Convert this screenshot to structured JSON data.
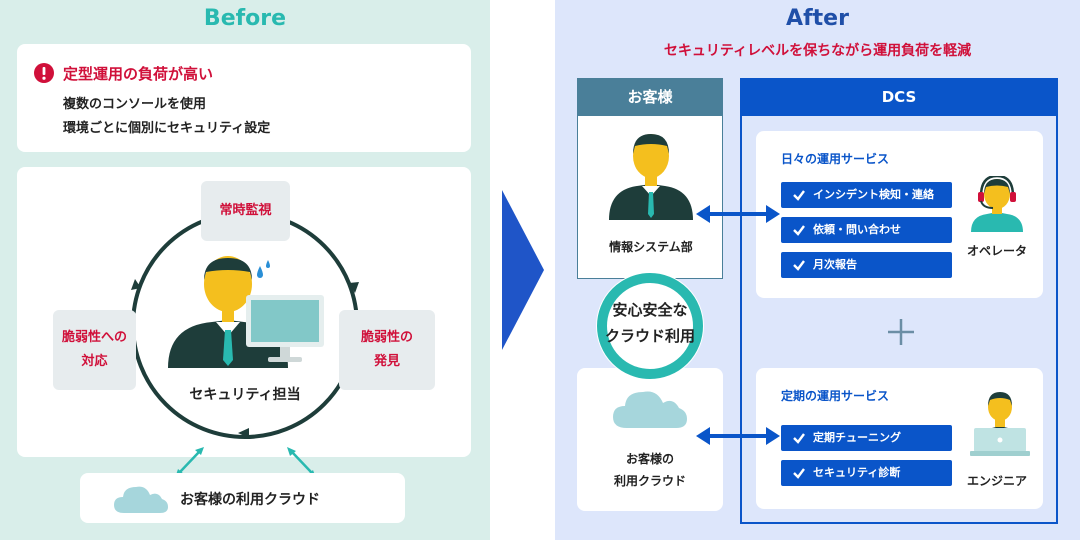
{
  "before": {
    "title": "Before",
    "problem": {
      "heading": "定型運用の負荷が高い",
      "lines": [
        "複数のコンソールを使用",
        "環境ごとに個別にセキュリティ設定"
      ]
    },
    "cycle": {
      "top": "常時監視",
      "left": [
        "脆弱性への",
        "対応"
      ],
      "right": [
        "脆弱性の",
        "発見"
      ],
      "center": "セキュリティ担当"
    },
    "cloud": "お客様の利用クラウド"
  },
  "after": {
    "title": "After",
    "subtitle": "セキュリティレベルを保ちながら運用負荷を軽減",
    "customer": {
      "header": "お客様",
      "person": "情報システム部",
      "cloud": [
        "お客様の",
        "利用クラウド"
      ]
    },
    "badge": [
      "安心安全な",
      "クラウド利用"
    ],
    "dcs": {
      "header": "DCS",
      "daily": {
        "title": "日々の運用サービス",
        "items": [
          "インシデント検知・連絡",
          "依頼・問い合わせ",
          "月次報告"
        ],
        "role": "オペレータ"
      },
      "plus": "+",
      "periodic": {
        "title": "定期の運用サービス",
        "items": [
          "定期チューニング",
          "セキュリティ診断"
        ],
        "role": "エンジニア"
      }
    }
  },
  "icons": {
    "alert": "exclamation-icon",
    "check": "check-icon",
    "cloud": "cloud-icon",
    "person": "person-icon",
    "monitor": "monitor-icon",
    "headset": "headset-icon",
    "laptop": "laptop-icon",
    "arrow": "double-arrow-icon"
  },
  "colors": {
    "teal": "#29b9b0",
    "navy": "#1f4fa8",
    "red": "#d0103a",
    "dcs_blue": "#0a55c9",
    "customer_header": "#4a7f99"
  }
}
